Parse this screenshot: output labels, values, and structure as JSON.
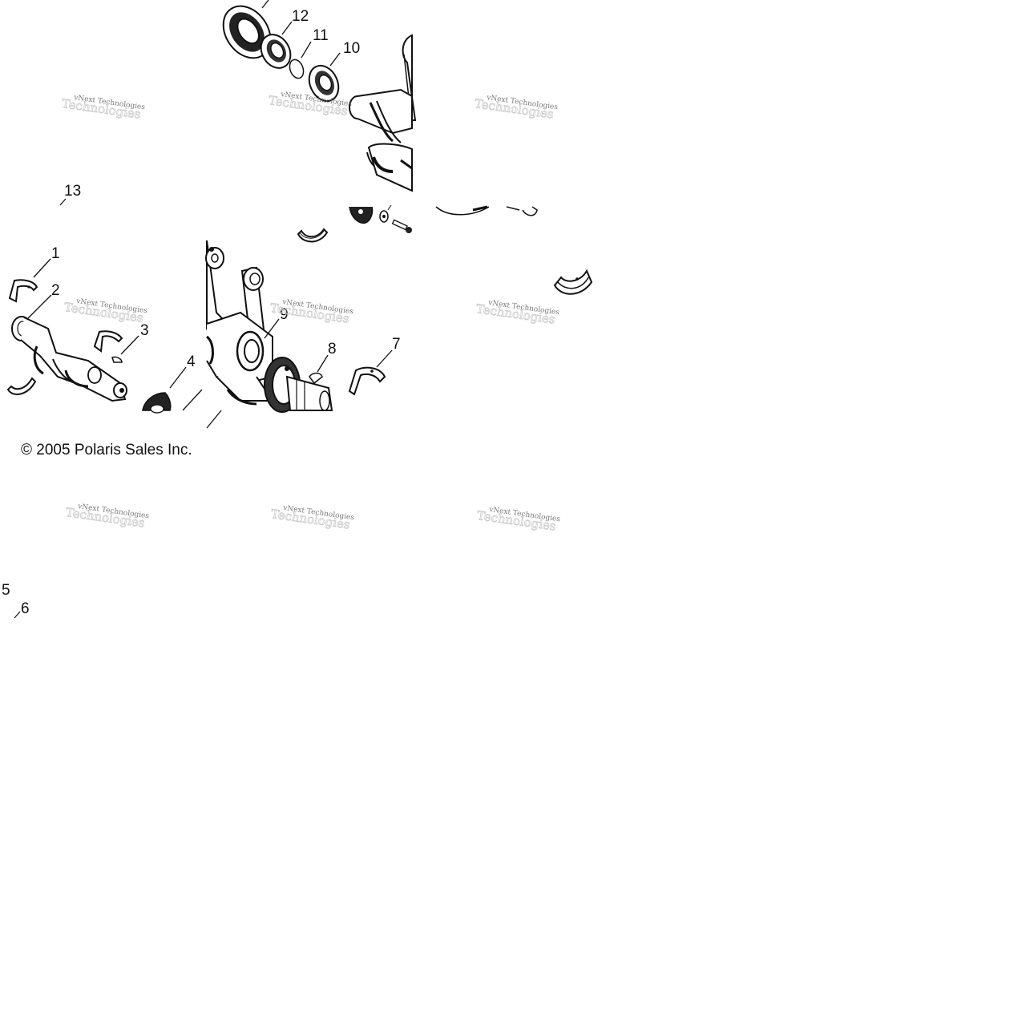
{
  "diagram": {
    "callouts": [
      "1",
      "2",
      "3",
      "4",
      "5",
      "6",
      "7",
      "8",
      "9",
      "10",
      "11",
      "12",
      "13"
    ],
    "copyright": "© 2005 Polaris Sales Inc.",
    "watermark": {
      "line1": "vNext Technologies",
      "line2": "Technologies"
    },
    "colors": {
      "ink": "#111111",
      "background": "#ffffff"
    }
  }
}
